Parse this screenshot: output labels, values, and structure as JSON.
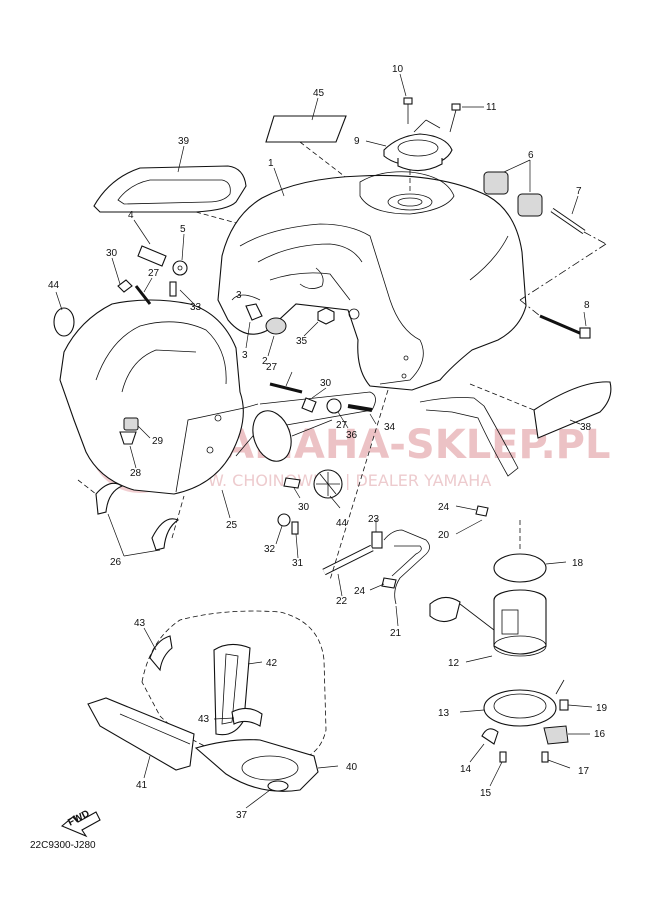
{
  "diagram_code": "22C9300-J280",
  "watermark": {
    "title": "YAMAHA-SKLEP.PL",
    "subtitle": "W. CHOINOWICZ | DEALER YAMAHA",
    "accent_color": "#e06b74"
  },
  "fwd_label": "FWD",
  "callouts": [
    "10",
    "11",
    "45",
    "9",
    "39",
    "1",
    "6",
    "7",
    "4",
    "5",
    "30",
    "27",
    "44",
    "33",
    "3",
    "2",
    "35",
    "8",
    "3",
    "27",
    "30",
    "29",
    "34",
    "36",
    "28",
    "27",
    "24",
    "38",
    "44",
    "25",
    "30",
    "23",
    "20",
    "32",
    "31",
    "26",
    "18",
    "22",
    "24",
    "21",
    "12",
    "43",
    "42",
    "13",
    "19",
    "43",
    "16",
    "14",
    "41",
    "40",
    "17",
    "15",
    "37"
  ]
}
